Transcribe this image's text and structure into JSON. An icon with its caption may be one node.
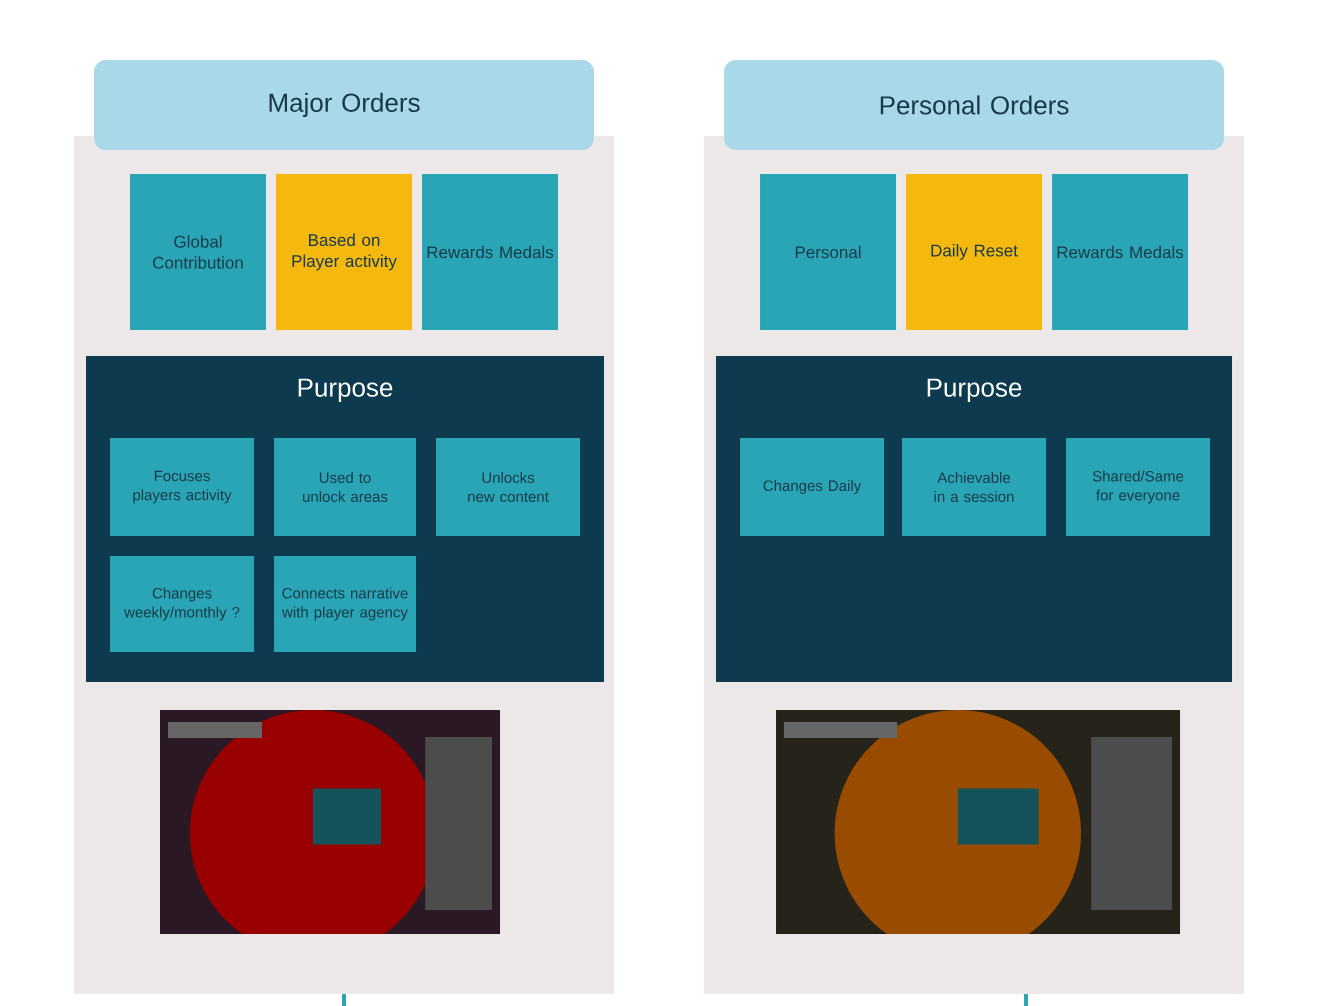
{
  "diagram": {
    "nodes": [
      {
        "text": [
          "Major Orders"
        ]
      },
      {
        "text": [
          "Global Contribution"
        ]
      },
      {
        "text": [
          "Based on Player activity"
        ]
      },
      {
        "text": [
          "Rewards Medals"
        ]
      },
      {
        "text": [
          "Purpose"
        ]
      },
      {
        "text": [
          "Focuses players activity"
        ],
        "in": 4
      },
      {
        "text": [
          "Used to unlock areas"
        ],
        "in": 4
      },
      {
        "text": [
          "Unlocks new content"
        ],
        "in": 4
      },
      {
        "text": [
          "Changes weekly/monthly ?"
        ],
        "in": 4
      },
      {
        "text": [
          "Connects narrative with player agency"
        ],
        "in": 4
      },
      {
        "text": [],
        "shape": "picture"
      },
      {
        "text": [
          "Personal Orders"
        ]
      },
      {
        "text": [
          "Personal"
        ]
      },
      {
        "text": [
          "Daily Reset"
        ]
      },
      {
        "text": [
          "Rewards Medals"
        ]
      },
      {
        "text": [
          "Purpose"
        ]
      },
      {
        "text": [
          "Changes Daily"
        ],
        "in": 15
      },
      {
        "text": [
          "Achievable in a session"
        ],
        "in": 15
      },
      {
        "text": [
          "Shared/Same for everyone"
        ],
        "in": 15
      },
      {
        "text": [],
        "shape": "picture"
      }
    ],
    "edges": []
  }
}
